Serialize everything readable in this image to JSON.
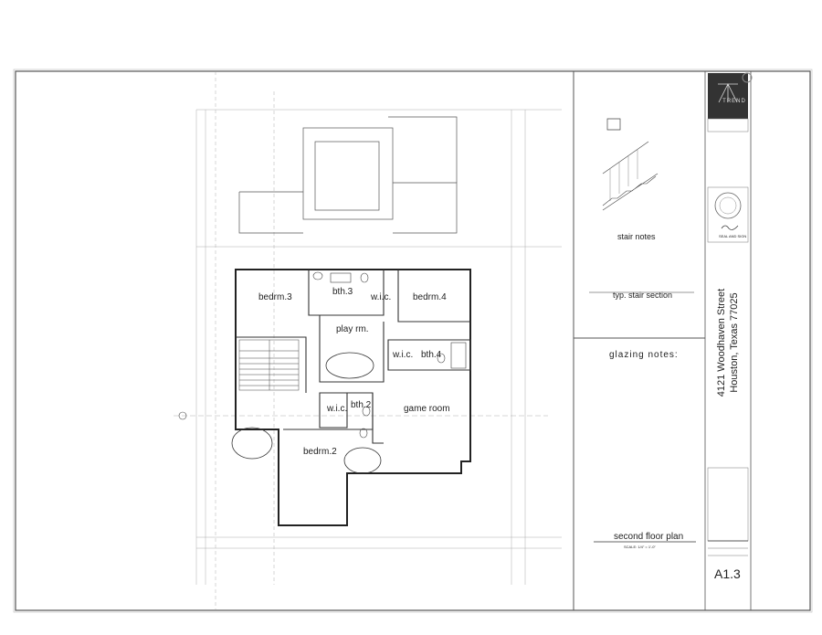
{
  "title_block": {
    "logo_text": "TREND",
    "address_line1": "4121 Woodhaven Street",
    "address_line2": "Houston, Texas 77025",
    "seal_caption": "SEAL AND SIGN",
    "sheet_number": "A1.3"
  },
  "stair": {
    "notes_title": "stair notes",
    "section_title": "typ. stair section"
  },
  "glazing": {
    "notes_title": "glazing notes:"
  },
  "plan": {
    "title": "second floor plan",
    "scale": "SCALE: 1/4\" = 1'-0\"",
    "rooms": [
      "bedrm.3",
      "bth.3",
      "w.i.c.",
      "bedrm.4",
      "play rm.",
      "w.i.c.",
      "bth.4",
      "w.i.c.",
      "bth.2",
      "game room",
      "bedrm.2"
    ]
  }
}
